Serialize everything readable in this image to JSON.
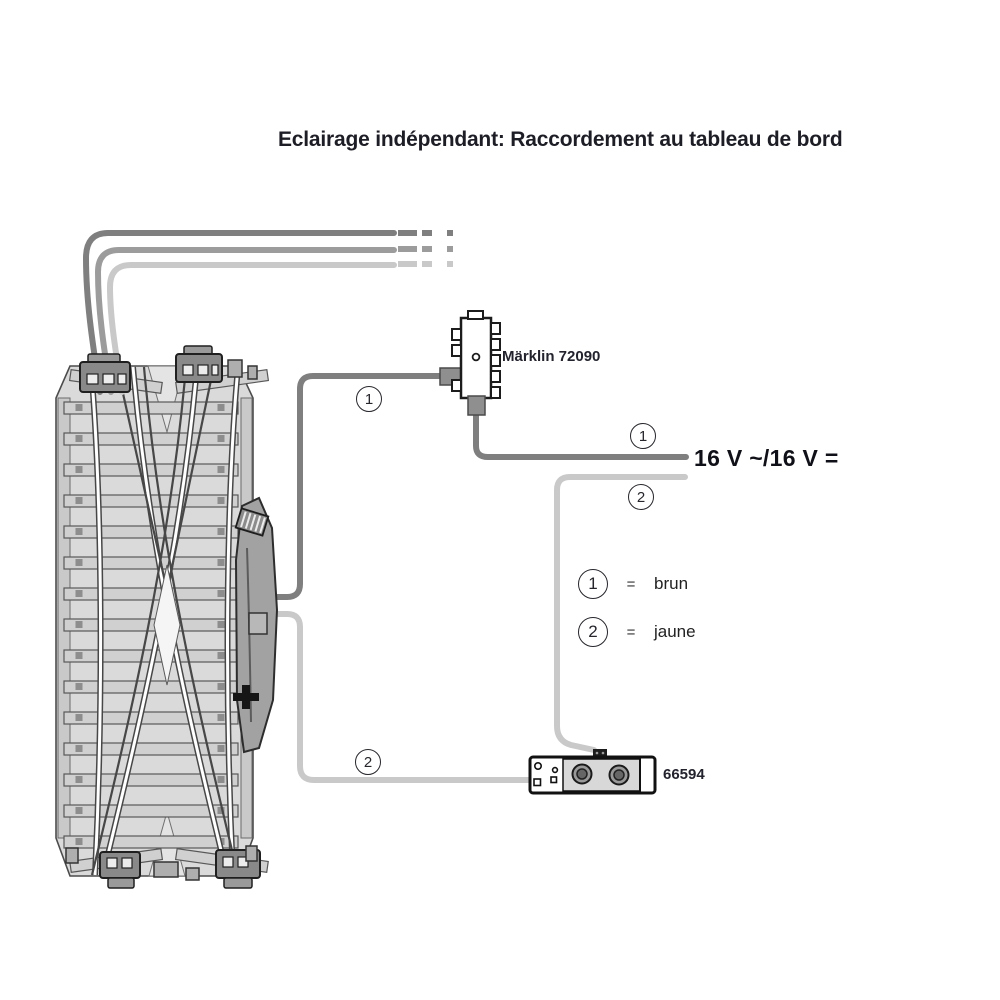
{
  "title": "Eclairage indépendant: Raccordement au tableau de bord",
  "components": {
    "distribution_strip": {
      "label": "Märklin 72090"
    },
    "control_box": {
      "label": "66594"
    },
    "power_supply": {
      "label": "16 V ~/16 V ="
    }
  },
  "wire_markers": {
    "wire1_at_strip": "1",
    "wire1_at_supply": "1",
    "wire2_at_supply": "2",
    "wire2_at_control_box": "2"
  },
  "legend": {
    "rows": [
      {
        "num": "1",
        "eq": "=",
        "label": "brun"
      },
      {
        "num": "2",
        "eq": "=",
        "label": "jaune"
      }
    ]
  },
  "colors": {
    "wire_1_brown_rendered": "#7f7f7f",
    "wire_2_yellow_rendered": "#c9c9c9",
    "wire_middle_rendered": "#9c9c9c",
    "title_text": "#1d1d26",
    "label_text": "#23232e"
  }
}
